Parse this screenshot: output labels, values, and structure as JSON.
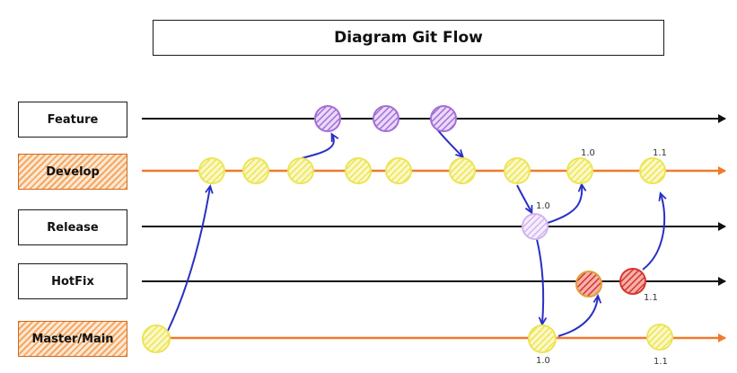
{
  "title": "Diagram Git Flow",
  "lanes": [
    {
      "id": "feature",
      "label": "Feature",
      "hatched": false,
      "line_color": "#111111"
    },
    {
      "id": "develop",
      "label": "Develop",
      "hatched": true,
      "line_color": "#f07a2c"
    },
    {
      "id": "release",
      "label": "Release",
      "hatched": false,
      "line_color": "#111111"
    },
    {
      "id": "hotfix",
      "label": "HotFix",
      "hatched": false,
      "line_color": "#111111"
    },
    {
      "id": "master",
      "label": "Master/Main",
      "hatched": true,
      "line_color": "#f07a2c"
    }
  ],
  "colors": {
    "feature_commit": "#a46fd6",
    "develop_commit": "#f2ee6a",
    "release_commit": "#d2b4ee",
    "hotfix_commit": "#d8342f",
    "arrow": "#2a2fc4",
    "orange_line": "#f07a2c",
    "hatch_orange": "#f3a865"
  },
  "version_labels": {
    "develop_1_0": "1.0",
    "develop_1_1": "1.1",
    "release_1_0": "1.0",
    "hotfix_1_1": "1.1",
    "master_1_0": "1.0",
    "master_1_1": "1.1"
  }
}
